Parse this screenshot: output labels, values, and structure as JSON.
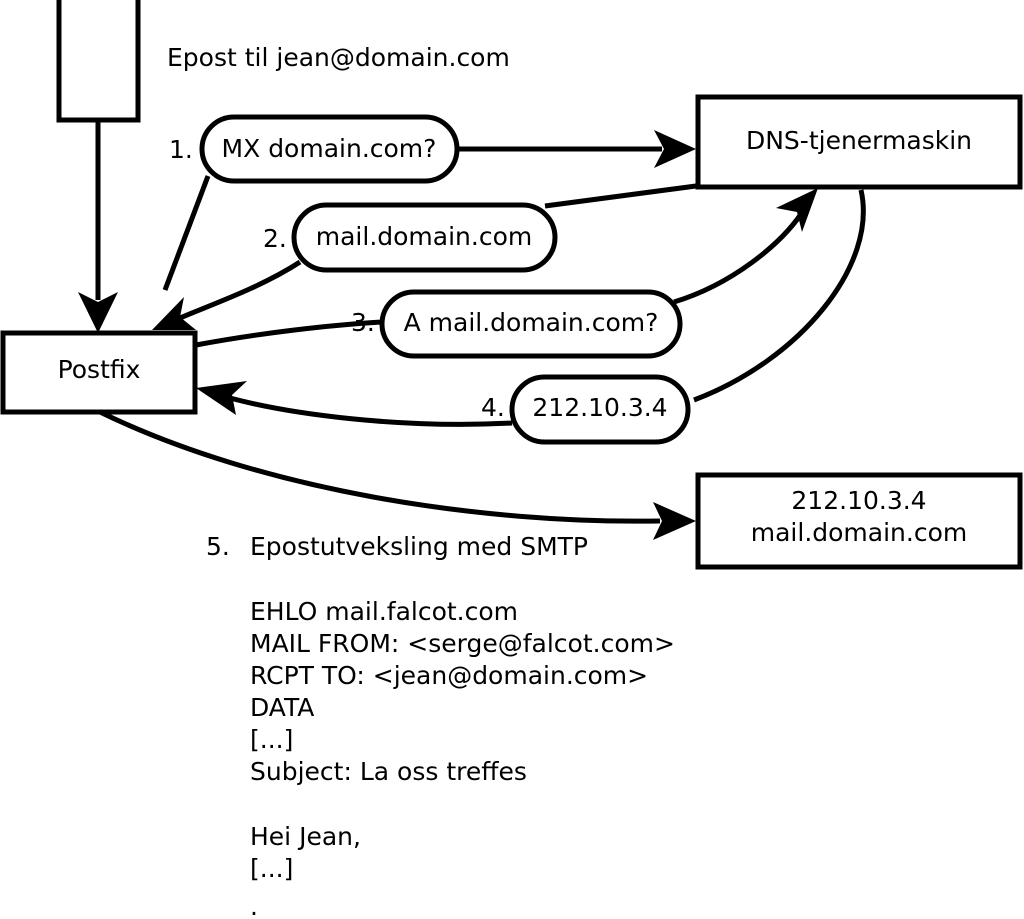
{
  "diagram": {
    "title_text": "Epost til jean@domain.com",
    "nodes": {
      "client": {
        "label": ""
      },
      "postfix": {
        "label": "Postfix"
      },
      "dns": {
        "label": "DNS-tjenermaskin"
      },
      "mailserver": {
        "line1": "212.10.3.4",
        "line2": "mail.domain.com"
      }
    },
    "messages": [
      {
        "num": "1.",
        "label": "MX domain.com?"
      },
      {
        "num": "2.",
        "label": "mail.domain.com"
      },
      {
        "num": "3.",
        "label": "A mail.domain.com?"
      },
      {
        "num": "4.",
        "label": "212.10.3.4"
      }
    ],
    "step5": {
      "num": "5.",
      "label": "Epostutveksling med SMTP"
    },
    "smtp_transcript": [
      "EHLO mail.falcot.com",
      "MAIL FROM: <serge@falcot.com>",
      "RCPT TO: <jean@domain.com>",
      "DATA",
      "[...]",
      "Subject: La oss treffes",
      "",
      "Hei Jean,",
      "[...]",
      "."
    ],
    "colors": {
      "stroke": "#000000",
      "fill": "#ffffff",
      "text": "#000000"
    }
  }
}
